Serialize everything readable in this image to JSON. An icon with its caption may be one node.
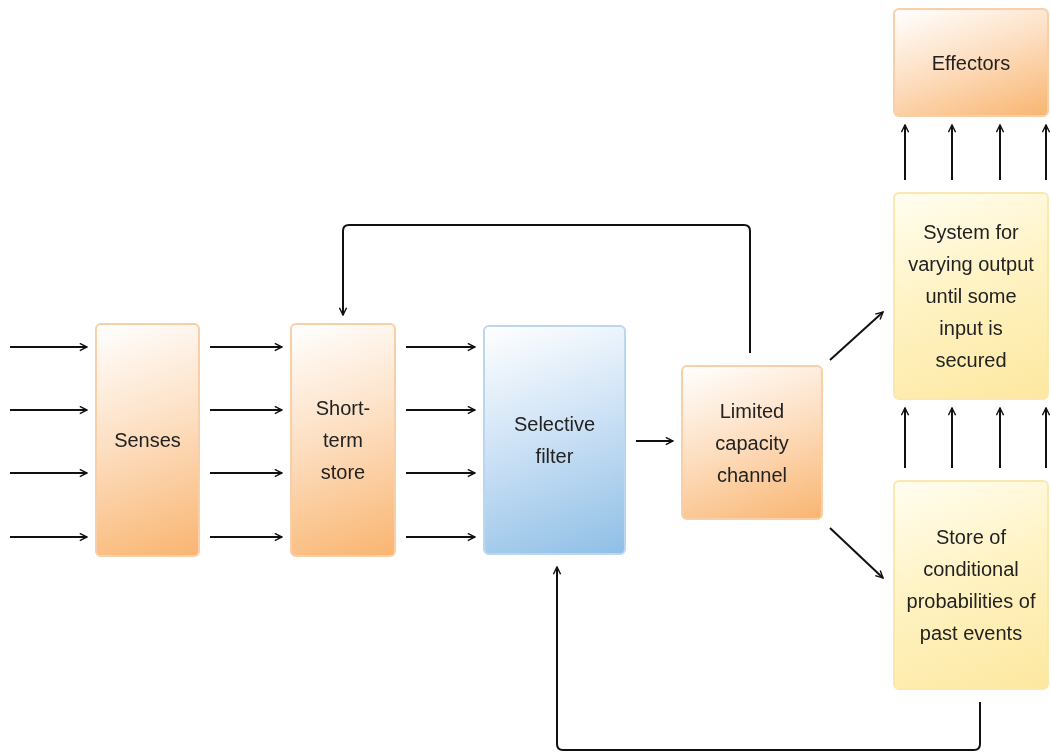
{
  "diagram": {
    "nodes": [
      {
        "text": [
          "Senses"
        ]
      },
      {
        "text": [
          "Short- term store"
        ]
      },
      {
        "text": [
          "Selective filter"
        ]
      },
      {
        "text": [
          "Limited capacity channel"
        ]
      },
      {
        "text": [
          "Effectors"
        ]
      },
      {
        "text": [
          "System for varying output until some input is secured"
        ]
      },
      {
        "text": [
          "Store of conditional probabilities of past events"
        ]
      }
    ],
    "edges": [
      {
        "from": null,
        "to": 0,
        "arrow": "to"
      },
      {
        "from": null,
        "to": 0,
        "arrow": "to"
      },
      {
        "from": null,
        "to": 0,
        "arrow": "to"
      },
      {
        "from": null,
        "to": 0,
        "arrow": "to"
      },
      {
        "from": 0,
        "to": 1,
        "arrow": "to"
      },
      {
        "from": 0,
        "to": 1,
        "arrow": "to"
      },
      {
        "from": 0,
        "to": 1,
        "arrow": "to"
      },
      {
        "from": 0,
        "to": 1,
        "arrow": "to"
      },
      {
        "from": 1,
        "to": 2,
        "arrow": "to"
      },
      {
        "from": 1,
        "to": 2,
        "arrow": "to"
      },
      {
        "from": 1,
        "to": 2,
        "arrow": "to"
      },
      {
        "from": 1,
        "to": 2,
        "arrow": "to"
      },
      {
        "from": 2,
        "to": 3,
        "arrow": "to"
      },
      {
        "from": 3,
        "to": 1,
        "arrow": "to"
      },
      {
        "from": 3,
        "to": 5,
        "arrow": "to"
      },
      {
        "from": 3,
        "to": 6,
        "arrow": "to"
      },
      {
        "from": 6,
        "to": 5,
        "arrow": "to"
      },
      {
        "from": 6,
        "to": 5,
        "arrow": "to"
      },
      {
        "from": 6,
        "to": 5,
        "arrow": "to"
      },
      {
        "from": 6,
        "to": 5,
        "arrow": "to"
      },
      {
        "from": 5,
        "to": 4,
        "arrow": "to"
      },
      {
        "from": 5,
        "to": 4,
        "arrow": "to"
      },
      {
        "from": 5,
        "to": 4,
        "arrow": "to"
      },
      {
        "from": 5,
        "to": 4,
        "arrow": "to"
      },
      {
        "from": 6,
        "to": 2,
        "arrow": "to"
      }
    ]
  }
}
